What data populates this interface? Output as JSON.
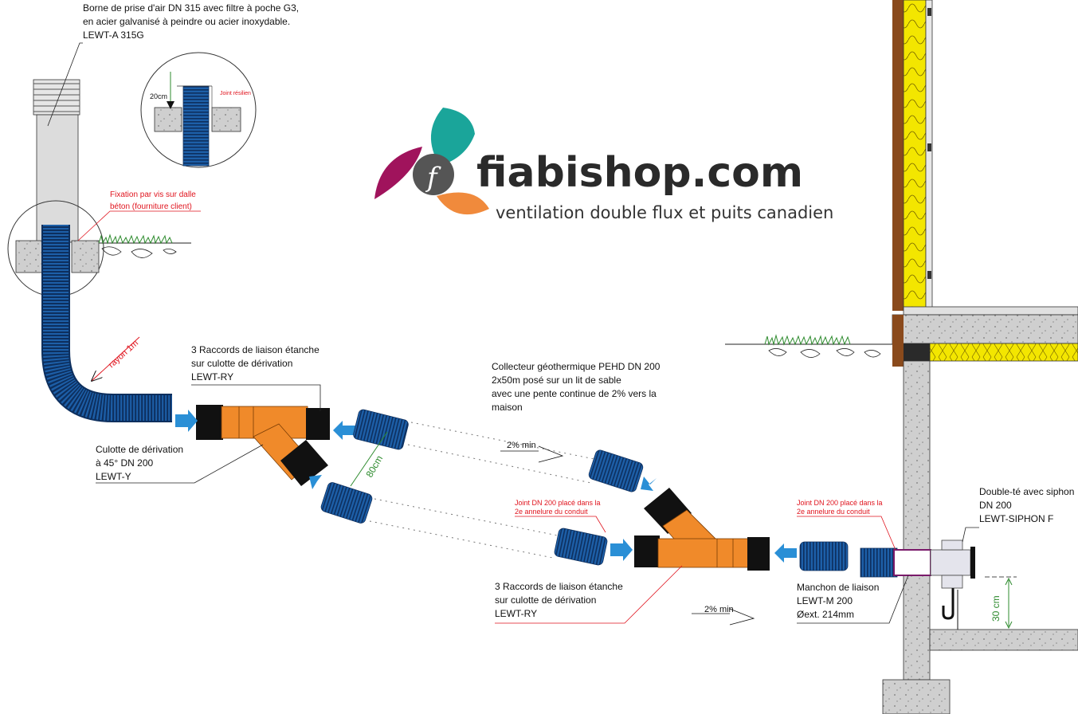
{
  "brand": {
    "name": "fiabishop.com",
    "tagline": "ventilation double flux et puits canadien",
    "logo_letter": "f",
    "colors": {
      "teal": "#1aa59a",
      "purple": "#a0135c",
      "orange": "#f08a3c",
      "grey": "#555555"
    }
  },
  "labels": {
    "borne": [
      "Borne de prise d'air DN 315 avec filtre à poche G3,",
      "en acier galvanisé à peindre ou acier inoxydable.",
      "LEWT-A 315G"
    ],
    "fixation": [
      "Fixation par vis sur dalle",
      "béton (fourniture client)"
    ],
    "detail_20cm": "20cm",
    "joint_resilient": "Joint résilien",
    "rayon": "rayon 1m",
    "raccords_top": [
      "3 Raccords de liaison étanche",
      "sur culotte de dérivation",
      "LEWT-RY"
    ],
    "culotte": [
      "Culotte de dérivation",
      "à 45° DN 200",
      "LEWT-Y"
    ],
    "collecteur": [
      "Collecteur géothermique PEHD DN 200",
      "2x50m posé sur un lit de sable",
      "avec une pente continue de 2% vers la",
      "maison"
    ],
    "pente_top": "2% min",
    "pente_bottom": "2% min",
    "ecart": "80cm",
    "joint_left": [
      "Joint DN 200 placé dans la",
      "2e annelure du conduit"
    ],
    "joint_right": [
      "Joint DN 200 placé dans la",
      "2e annelure du conduit"
    ],
    "raccords_bottom": [
      "3 Raccords de liaison étanche",
      "sur culotte de dérivation",
      "LEWT-RY"
    ],
    "manchon": [
      "Manchon de liaison",
      "LEWT-M 200",
      "Øext. 214mm"
    ],
    "double_te": [
      "Double-té avec siphon",
      "DN 200",
      "LEWT-SIPHON F"
    ],
    "hauteur": "30 cm"
  },
  "colors": {
    "pipe_blue": "#1d5fa8",
    "pipe_dark": "#0d2f5e",
    "fitting_orange": "#f08a2a",
    "coupling_black": "#111111",
    "arrow_blue": "#2a8fd6",
    "concrete": "#cfcfcf",
    "insulation_yellow": "#f3e600",
    "wood_brown": "#8a4a1c",
    "leader_red": "#e0141e"
  },
  "icons": [
    "air-intake-terminal-icon",
    "flow-arrow-icon",
    "siphon-tee-icon",
    "grass-icon"
  ]
}
